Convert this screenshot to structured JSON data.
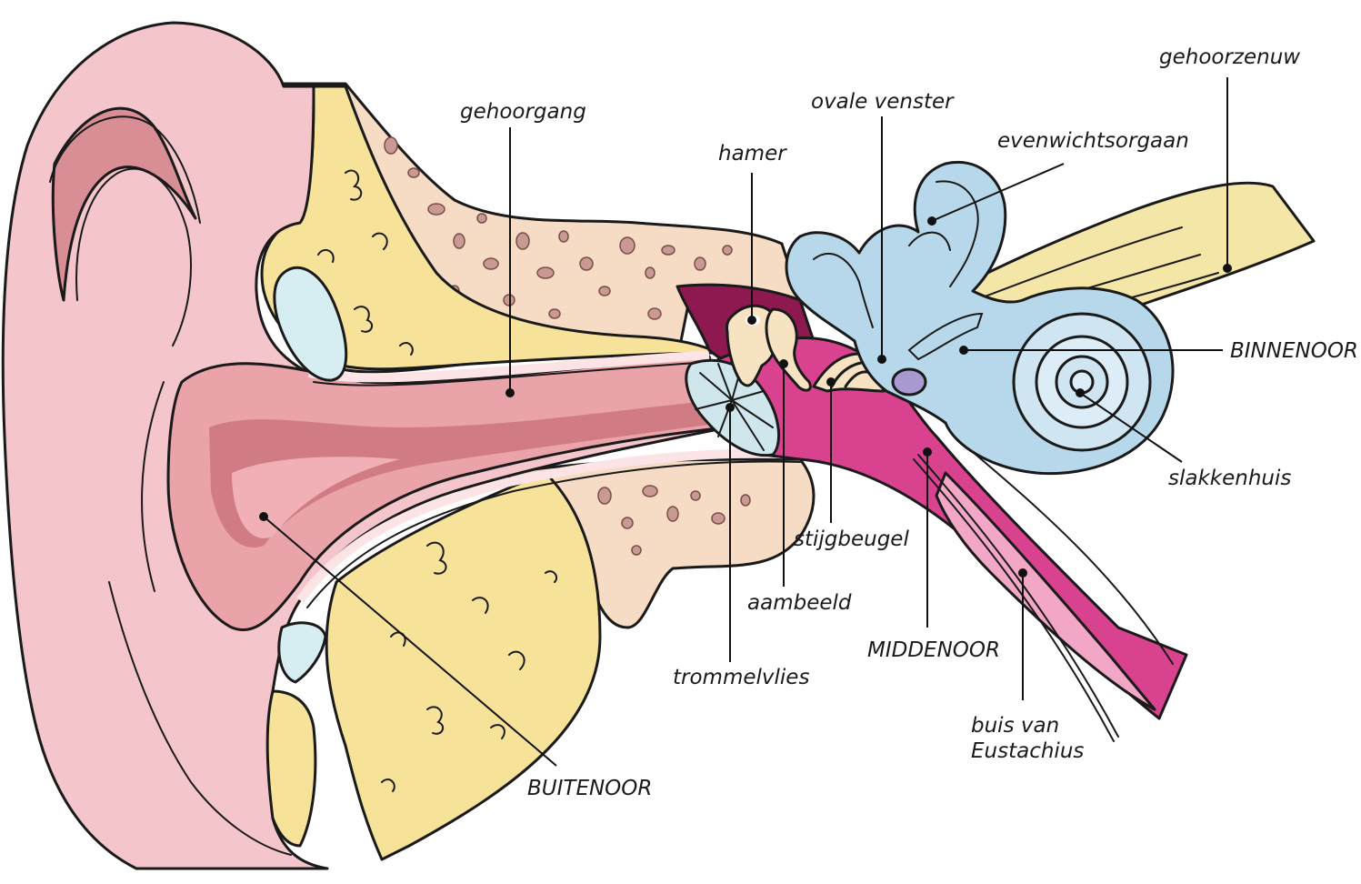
{
  "labels": {
    "gehoorzenuw": "gehoorzenuw",
    "gehoorgang": "gehoorgang",
    "ovale_venster": "ovale venster",
    "evenwichtsorgaan": "evenwichtsorgaan",
    "hamer": "hamer",
    "binnenoor": "BINNENOOR",
    "slakkenhuis": "slakkenhuis",
    "stijgbeugel": "stijgbeugel",
    "aambeeld": "aambeeld",
    "middenoor": "MIDDENOOR",
    "trommelvlies": "trommelvlies",
    "buis_van_eustachius_1": "buis van",
    "buis_van_eustachius_2": "Eustachius",
    "buitenoor": "BUITENOOR"
  },
  "colors": {
    "outer_ear": "#f4c6cb",
    "outer_ear_dark": "#d98d95",
    "canal": "#e9a3a9",
    "skin_lining": "#fbe3e6",
    "bone": "#f6dcc4",
    "bone_pores": "#c99a93",
    "cartilage": "#f7e29a",
    "cartilage_light": "#fbeebf",
    "middle_ear": "#d9428e",
    "middle_ear_dark": "#8e1950",
    "eustachian_inner": "#f2a7c6",
    "inner_ear": "#b7d8ea",
    "inner_ear_light": "#dcedf7",
    "nerve": "#f4e6a6",
    "ossicles": "#f7e3c2",
    "eardrum": "#cfe7ec",
    "oval_window": "#a89ad0"
  }
}
